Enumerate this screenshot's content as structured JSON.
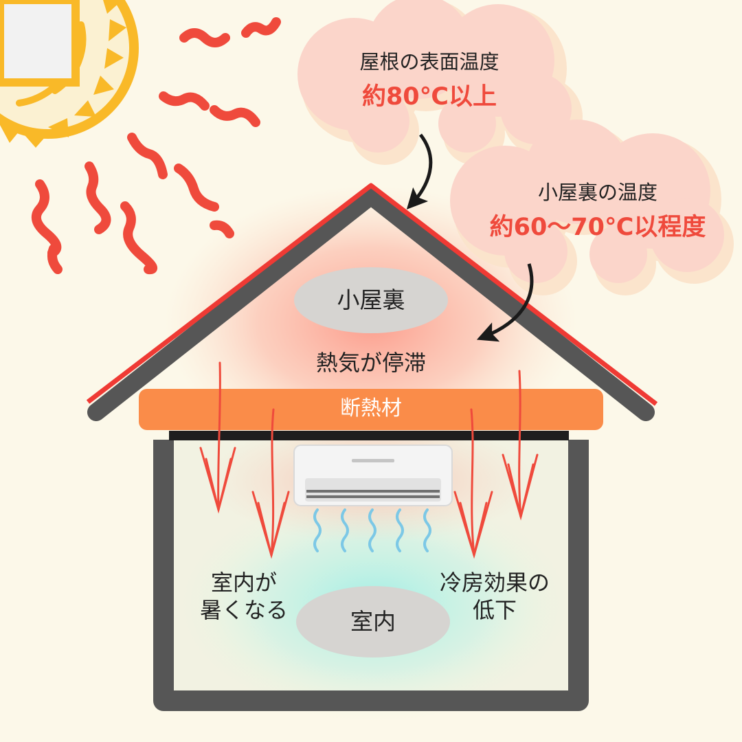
{
  "roof_cloud": {
    "title": "屋根の表面温度",
    "value": "約80℃以上"
  },
  "attic_cloud": {
    "title": "小屋裏の温度",
    "value": "約60〜70℃以程度"
  },
  "attic": {
    "label": "小屋裏",
    "status": "熱気が停滞"
  },
  "insulation": {
    "label": "断熱材"
  },
  "room": {
    "label": "室内"
  },
  "effects": {
    "left": [
      "室内が",
      "暑くなる"
    ],
    "right": [
      "冷房効果の",
      "低下"
    ]
  },
  "colors": {
    "heat_red": "#ef4a3c",
    "sun_yellow": "#f9b928",
    "house_outline": "#565656",
    "insulation_orange": "#fa8c49",
    "cloud_pink": "#fbd5ca",
    "cool_cyan": "#a6f0ea"
  },
  "icons": {
    "sun": "sun-icon",
    "air_conditioner": "air-conditioner-icon"
  }
}
